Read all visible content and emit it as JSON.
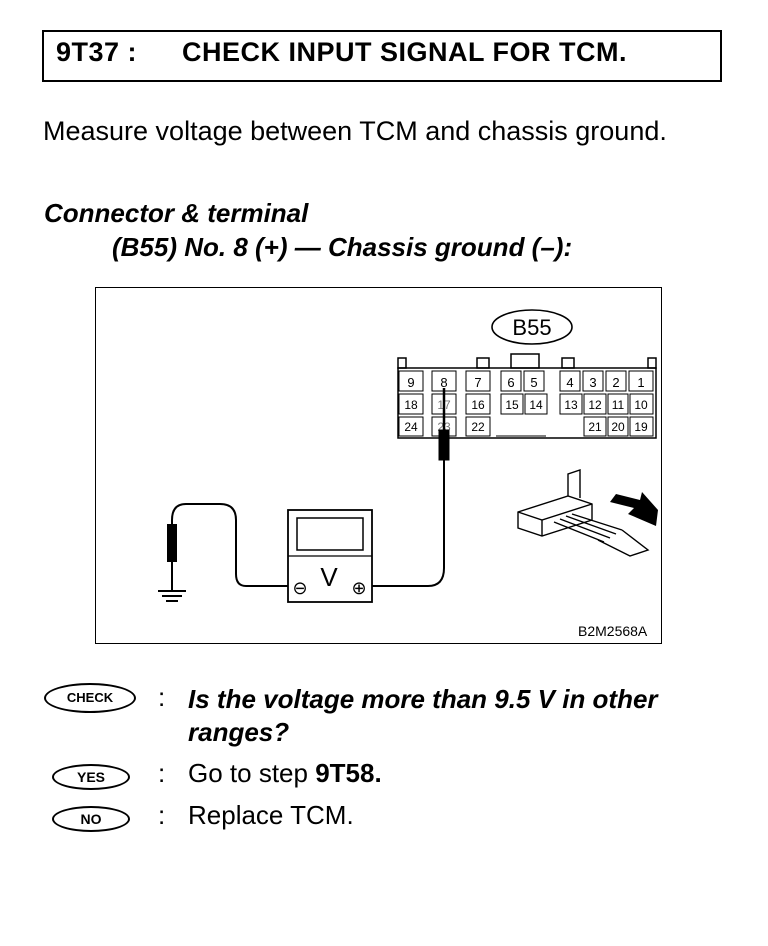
{
  "header": {
    "step_id": "9T37 :",
    "title": "CHECK INPUT SIGNAL FOR TCM."
  },
  "instruction": "Measure voltage between TCM and chassis ground.",
  "connector": {
    "label": "Connector & terminal",
    "detail": "(B55) No. 8 (+) — Chassis ground (–):"
  },
  "figure": {
    "connector_id": "B55",
    "meter_symbols": {
      "minus": "⊖",
      "v": "V",
      "plus": "⊕"
    },
    "code": "B2M2568A",
    "pins_row1": [
      "9",
      "8",
      "7",
      "6",
      "5",
      "4",
      "3",
      "2",
      "1"
    ],
    "pins_row2": [
      "18",
      "17",
      "16",
      "15",
      "14",
      "13",
      "12",
      "11",
      "10"
    ],
    "pins_row3": [
      "24",
      "23",
      "22",
      "21",
      "20",
      "19"
    ]
  },
  "qa": {
    "check_badge": "CHECK",
    "yes_badge": "YES",
    "no_badge": "NO",
    "separator": ":",
    "question": "Is the voltage more than 9.5 V in other ranges?",
    "yes_prefix": "Go to step ",
    "yes_step": "9T58.",
    "no_text": "Replace TCM."
  }
}
